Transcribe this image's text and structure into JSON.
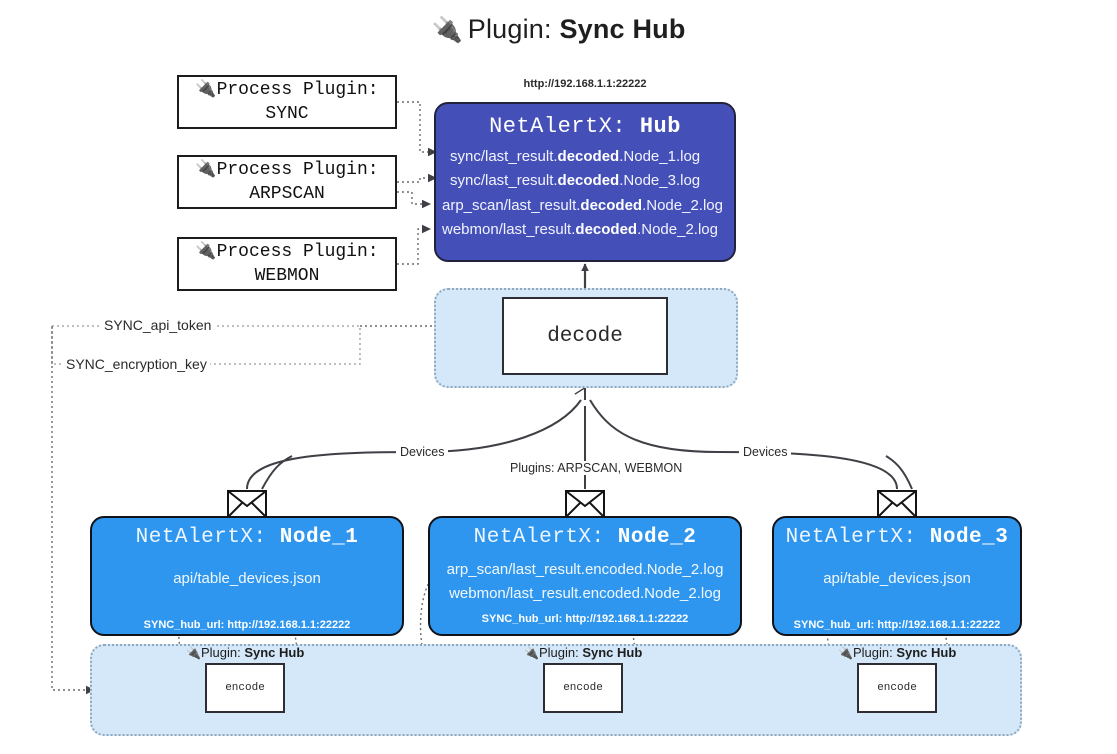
{
  "title": {
    "icon": "plug-icon",
    "prefix": "Plugin:",
    "name": "Sync Hub"
  },
  "process_plugins": [
    {
      "icon": "plug-icon",
      "line1": "Process Plugin:",
      "line2": "SYNC"
    },
    {
      "icon": "plug-icon",
      "line1": "Process Plugin:",
      "line2": "ARPSCAN"
    },
    {
      "icon": "plug-icon",
      "line1": "Process Plugin:",
      "line2": "WEBMON"
    }
  ],
  "hub": {
    "url": "http://192.168.1.1:22222",
    "title_prefix": "NetAlertX:",
    "title_name": "Hub",
    "logs": [
      {
        "pre": "sync/last_result.",
        "em": "decoded",
        "post": ".Node_1.log"
      },
      {
        "pre": "sync/last_result.",
        "em": "decoded",
        "post": ".Node_3.log"
      },
      {
        "pre": "arp_scan/last_result.",
        "em": "decoded",
        "post": ".Node_2.log"
      },
      {
        "pre": "webmon/last_result.",
        "em": "decoded",
        "post": ".Node_2.log"
      }
    ]
  },
  "decode": {
    "label": "decode"
  },
  "settings": {
    "api_token": "SYNC_api_token",
    "encryption_key": "SYNC_encryption_key"
  },
  "edge_labels": {
    "devices_left": "Devices",
    "plugins_center": "Plugins: ARPSCAN, WEBMON",
    "devices_right": "Devices"
  },
  "nodes": [
    {
      "title_prefix": "NetAlertX:",
      "title_name": "Node_1",
      "icon": "envelope-icon",
      "lines": [
        "api/table_devices.json"
      ],
      "hub_url_label": "SYNC_hub_url: http://192.168.1.1:22222"
    },
    {
      "title_prefix": "NetAlertX:",
      "title_name": "Node_2",
      "icon": "envelope-icon",
      "lines": [
        "arp_scan/last_result.encoded.Node_2.log",
        "webmon/last_result.encoded.Node_2.log"
      ],
      "hub_url_label": "SYNC_hub_url: http://192.168.1.1:22222"
    },
    {
      "title_prefix": "NetAlertX:",
      "title_name": "Node_3",
      "icon": "envelope-icon",
      "lines": [
        "api/table_devices.json"
      ],
      "hub_url_label": "SYNC_hub_url: http://192.168.1.1:22222"
    }
  ],
  "encoders": [
    {
      "plugin_prefix": "Plugin:",
      "plugin_name": "Sync Hub",
      "label": "encode",
      "icon": "plug-icon"
    },
    {
      "plugin_prefix": "Plugin:",
      "plugin_name": "Sync Hub",
      "label": "encode",
      "icon": "plug-icon"
    },
    {
      "plugin_prefix": "Plugin:",
      "plugin_name": "Sync Hub",
      "label": "encode",
      "icon": "plug-icon"
    }
  ],
  "colors": {
    "hub_bg": "#4450b8",
    "node_bg": "#2f96ef",
    "container_bg": "#d4e8fa",
    "line": "#3f3f46",
    "dotted": "#6b6b70"
  }
}
